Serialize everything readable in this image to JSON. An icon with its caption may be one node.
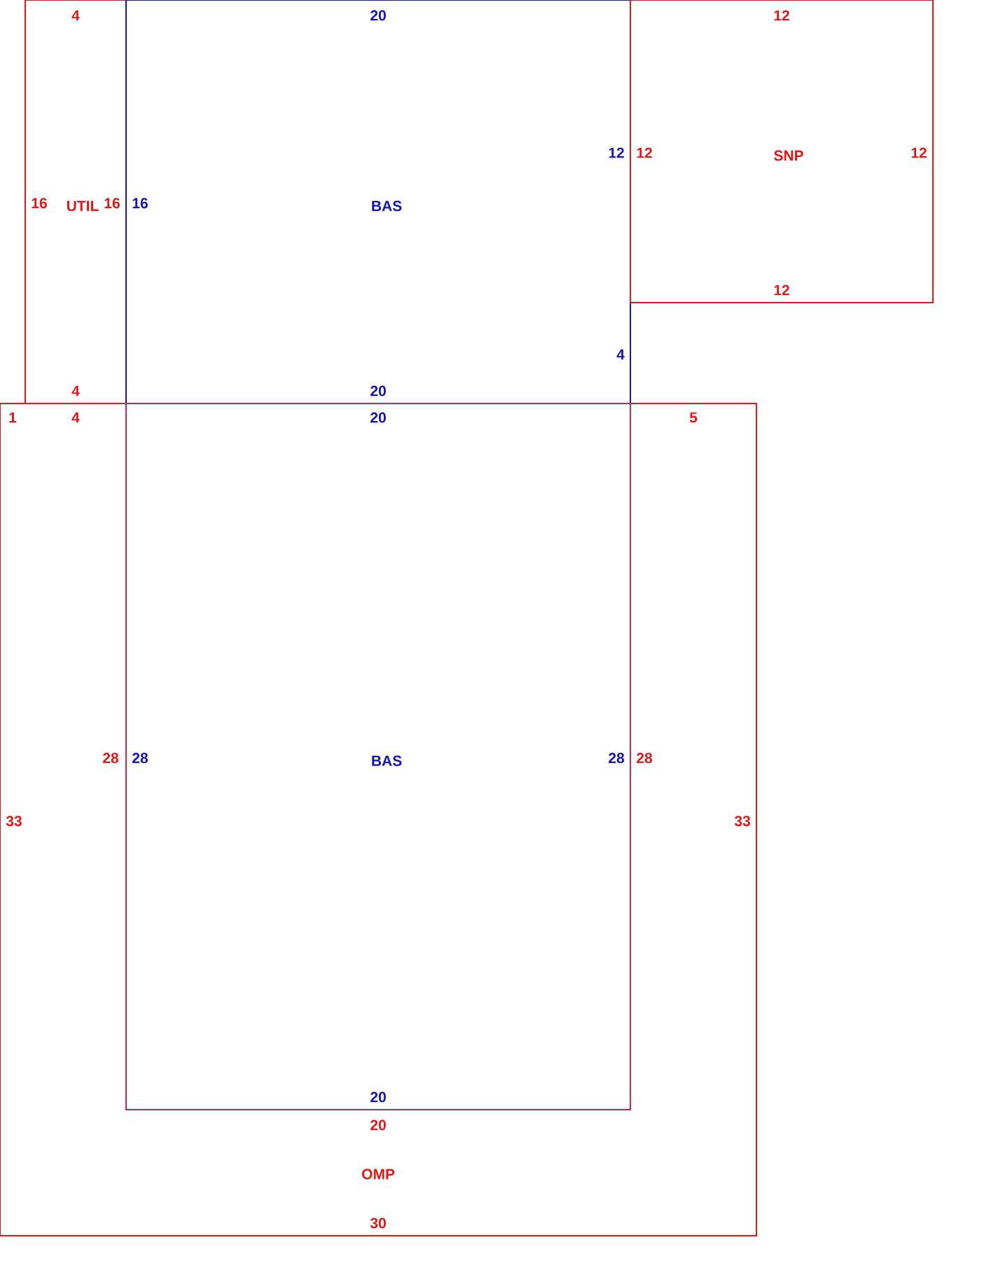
{
  "diagram": {
    "nodes": [
      {
        "text": [
          "UTIL"
        ]
      },
      {
        "text": [
          "BAS"
        ]
      },
      {
        "text": [
          "SNP"
        ]
      },
      {
        "text": [
          "OMP"
        ]
      },
      {
        "text": [
          "BAS"
        ],
        "in": 3
      }
    ],
    "labels": [
      "4",
      "20",
      "12",
      "12",
      "12",
      "12",
      "16",
      "16",
      "16",
      "12",
      "4",
      "4",
      "20",
      "1",
      "4",
      "20",
      "5",
      "28",
      "28",
      "28",
      "28",
      "33",
      "33",
      "20",
      "20",
      "30"
    ]
  }
}
